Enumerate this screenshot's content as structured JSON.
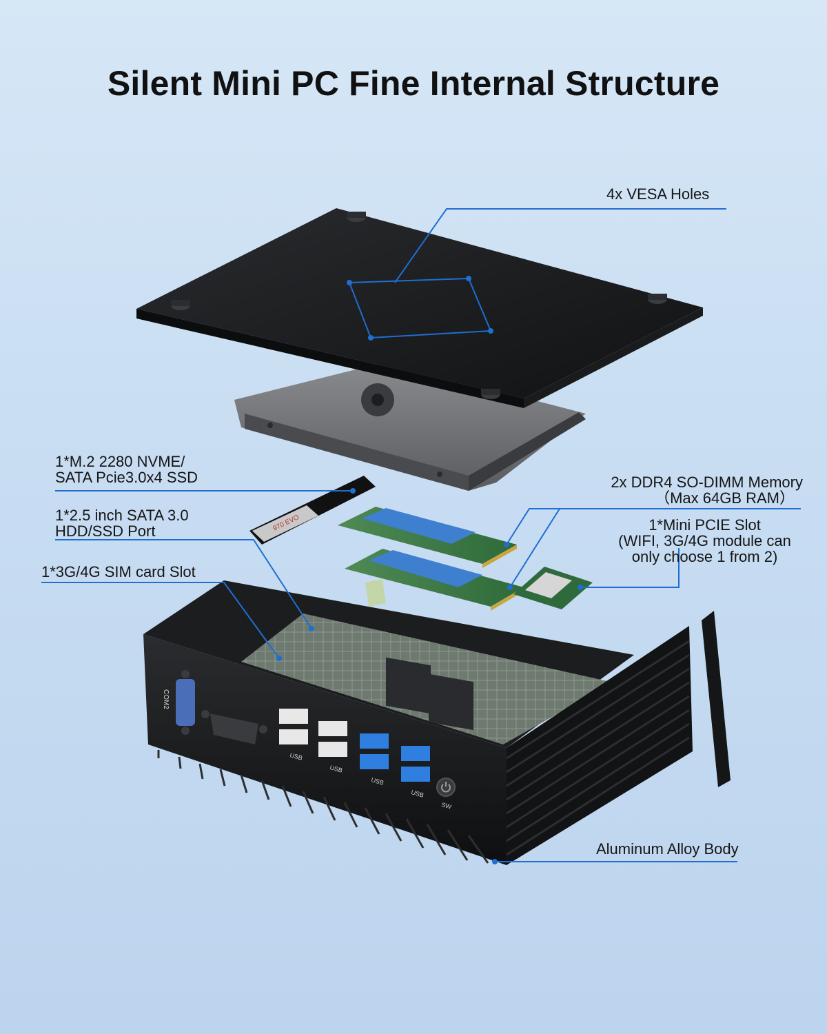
{
  "title": "Silent Mini PC Fine Internal Structure",
  "callouts": {
    "vesa": "4x VESA Holes",
    "ssd_line1": "1*M.2 2280 NVME/",
    "ssd_line2": "SATA Pcie3.0x4 SSD",
    "hdd_line1": "1*2.5 inch SATA 3.0",
    "hdd_line2": "HDD/SSD Port",
    "sim": "1*3G/4G SIM card Slot",
    "memory_line1": "2x DDR4 SO-DIMM Memory",
    "memory_line2": "（Max 64GB RAM）",
    "pcie_line1": "1*Mini PCIE Slot",
    "pcie_line2": "(WIFI, 3G/4G module can",
    "pcie_line3": "only choose 1 from 2)",
    "body": "Aluminum Alloy Body"
  },
  "port_labels": {
    "com2": "COM2",
    "usb": "USB",
    "sw": "SW"
  },
  "ssd_label": "970 EVO",
  "colors": {
    "leader_line": "#1e6fd1",
    "device_black": "#1b1c1e",
    "usb3_blue": "#2f7fe0"
  }
}
